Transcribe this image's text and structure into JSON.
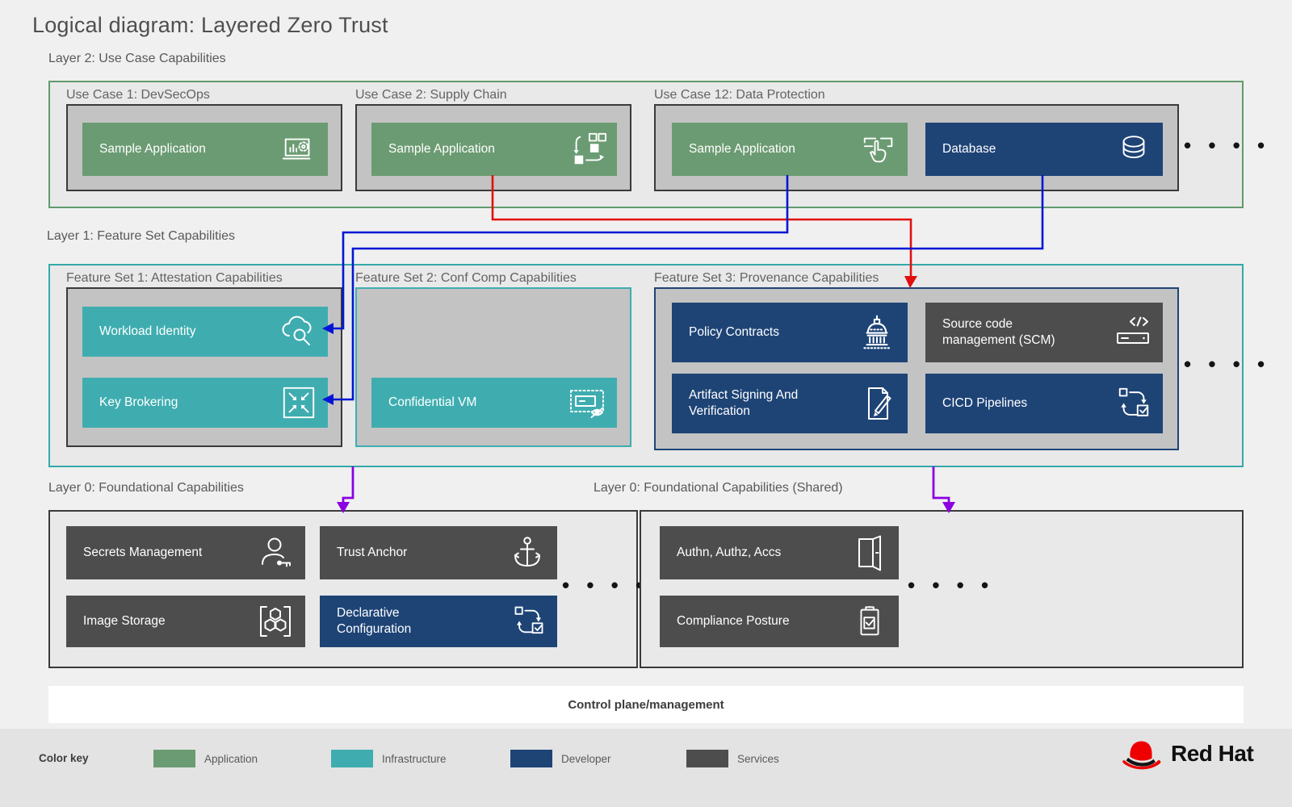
{
  "title": "Logical diagram: Layered Zero Trust",
  "layer2": {
    "label": "Layer 2: Use Case Capabilities",
    "ellipsis": "• • • •",
    "groups": [
      {
        "label": "Use Case 1: DevSecOps",
        "tiles": [
          {
            "label": "Sample Application",
            "category": "application",
            "icon": "laptop-analytics-gear-icon"
          }
        ]
      },
      {
        "label": "Use Case 2: Supply Chain",
        "tiles": [
          {
            "label": "Sample Application",
            "category": "application",
            "icon": "supply-chain-icon"
          }
        ]
      },
      {
        "label": "Use Case 12: Data Protection",
        "tiles": [
          {
            "label": "Sample Application",
            "category": "application",
            "icon": "hand-touch-icon"
          },
          {
            "label": "Database",
            "category": "developer",
            "icon": "database-icon"
          }
        ]
      }
    ]
  },
  "layer1": {
    "label": "Layer 1: Feature Set Capabilities",
    "ellipsis": "• • • •",
    "groups": [
      {
        "label": "Feature Set 1: Attestation Capabilities",
        "tiles": [
          {
            "label": "Workload Identity",
            "category": "infrastructure",
            "icon": "cloud-search-icon"
          },
          {
            "label": "Key Brokering",
            "category": "infrastructure",
            "icon": "converge-arrows-icon"
          }
        ]
      },
      {
        "label": "Feature Set 2:  Conf Comp Capabilities",
        "tiles": [
          {
            "label": "Confidential VM",
            "category": "infrastructure",
            "icon": "vm-privacy-icon"
          }
        ]
      },
      {
        "label": "Feature Set 3: Provenance Capabilities",
        "tiles": [
          {
            "label": "Policy Contracts",
            "category": "developer",
            "icon": "capitol-icon"
          },
          {
            "label": "Source code management (SCM)",
            "category": "services",
            "icon": "code-server-icon"
          },
          {
            "label": "Artifact Signing And Verification",
            "category": "developer",
            "icon": "document-pencil-icon"
          },
          {
            "label": "CICD Pipelines",
            "category": "developer",
            "icon": "pipeline-icon"
          }
        ]
      }
    ]
  },
  "layer0_left": {
    "label": "Layer 0: Foundational Capabilities",
    "ellipsis": "• • • •",
    "tiles": [
      {
        "label": "Secrets Management",
        "category": "services",
        "icon": "person-key-icon"
      },
      {
        "label": "Trust Anchor",
        "category": "services",
        "icon": "anchor-icon"
      },
      {
        "label": "Image Storage",
        "category": "services",
        "icon": "hexagons-icon"
      },
      {
        "label": "Declarative Configuration",
        "category": "developer",
        "icon": "pipeline-icon"
      }
    ]
  },
  "layer0_right": {
    "label": "Layer 0: Foundational Capabilities (Shared)",
    "ellipsis": "• • • •",
    "tiles": [
      {
        "label": "Authn, Authz, Accs",
        "category": "services",
        "icon": "open-door-icon"
      },
      {
        "label": "Compliance Posture",
        "category": "services",
        "icon": "clipboard-check-icon"
      }
    ]
  },
  "control_plane": {
    "label": "Control plane/management"
  },
  "color_key": {
    "label": "Color key",
    "items": [
      {
        "label": "Application",
        "color": "#6b9b72"
      },
      {
        "label": "Infrastructure",
        "color": "#3fadb0"
      },
      {
        "label": "Developer",
        "color": "#1e4476"
      },
      {
        "label": "Services",
        "color": "#4d4d4d"
      }
    ]
  },
  "connectors": {
    "red": {
      "color": "#e01010",
      "from": "Use Case 2 Sample Application",
      "to": "Feature Set 3: Provenance Capabilities"
    },
    "blue_app": {
      "color": "#0016d4",
      "from": "Use Case 12 Sample Application",
      "to": "Workload Identity"
    },
    "blue_db": {
      "color": "#0016d4",
      "from": "Use Case 12 Database",
      "to": "Key Brokering"
    },
    "purple_left": {
      "color": "#8a00e0",
      "from": "Layer 1",
      "to": "Layer 0: Foundational Capabilities"
    },
    "purple_right": {
      "color": "#8a00e0",
      "from": "Feature Set 3",
      "to": "Layer 0: Foundational Capabilities (Shared)"
    }
  },
  "brand": {
    "name": "Red Hat"
  }
}
